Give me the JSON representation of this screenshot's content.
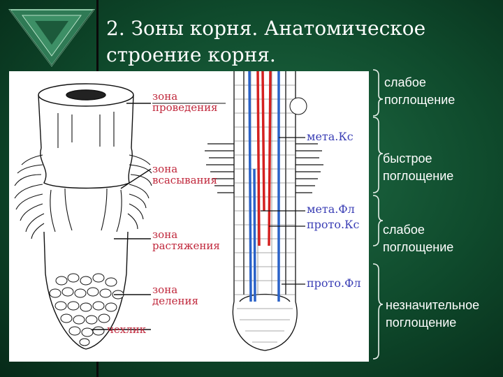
{
  "title": {
    "line1": "2. Зоны корня. Анатомическое",
    "line2": "строение корня."
  },
  "zones": {
    "conduction": [
      "зона",
      "проведения"
    ],
    "absorption": [
      "зона",
      "всасывания"
    ],
    "elongation": [
      "зона",
      "растяжения"
    ],
    "division": [
      "зона",
      "деления"
    ],
    "cap": "чехлик"
  },
  "tissues": {
    "metaxylem": "мета.Кс",
    "metaphloem": "мета.Фл",
    "protoxylem": "прото.Кс",
    "protophloem": "прото.Фл"
  },
  "absorption_levels": [
    [
      "слабое",
      "поглощение"
    ],
    [
      "быстрое",
      "поглощение"
    ],
    [
      "слабое",
      "поглощение"
    ],
    [
      "незначительное",
      "поглощение"
    ]
  ],
  "colors": {
    "zone_label": "#c0283c",
    "tissue_label": "#3b3fb5",
    "xylem_red": "#d42020",
    "phloem_blue": "#2a62c8",
    "background": "#14583a"
  },
  "icons": {
    "decoration": "green-triangle-emblem"
  }
}
